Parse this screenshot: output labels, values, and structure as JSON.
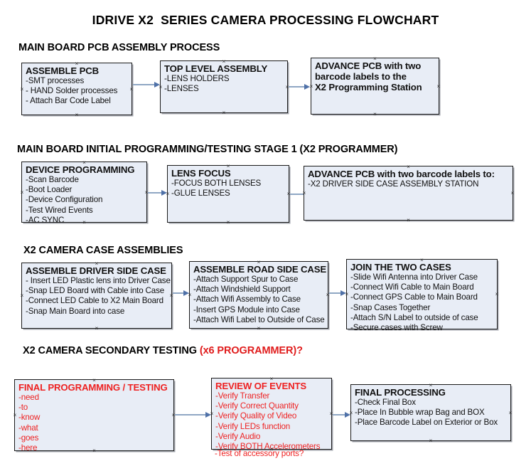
{
  "title": "IDRIVE X2  SERIES CAMERA PROCESSING FLOWCHART",
  "colors": {
    "node_fill": "#e8edf6",
    "node_border": "#1a1a1a",
    "text": "#111111",
    "accent_red": "#ee2222",
    "heading_red": "#e01b1b",
    "arrow_shaft": "#8fa7c4",
    "arrow_head": "#4f71a8",
    "background": "#ffffff"
  },
  "sections": [
    {
      "heading": "MAIN BOARD PCB ASSEMBLY PROCESS",
      "heading_accent": "",
      "nodes": [
        {
          "title": "ASSEMBLE PCB",
          "lines": [
            "-SMT processes",
            "- HAND Solder processes",
            "- Attach Bar Code Label"
          ],
          "overflow": ""
        },
        {
          "title": "TOP LEVEL ASSEMBLY",
          "lines": [
            "-LENS HOLDERS",
            "-LENSES"
          ],
          "overflow": ""
        },
        {
          "title": "ADVANCE PCB with two",
          "lines": [
            "barcode labels to the",
            " X2 Programming Station"
          ],
          "overflow": ""
        }
      ]
    },
    {
      "heading": "MAIN BOARD INITIAL PROGRAMMING/TESTING STAGE 1 (X2 PROGRAMMER)",
      "heading_accent": "",
      "nodes": [
        {
          "title": "DEVICE PROGRAMMING",
          "lines": [
            "-Scan Barcode",
            "-Boot Loader",
            "-Device Configuration",
            "-Test Wired Events",
            "-AC SYNC"
          ],
          "overflow": ""
        },
        {
          "title": "LENS FOCUS",
          "lines": [
            "-FOCUS BOTH LENSES",
            "-GLUE LENSES"
          ],
          "overflow": ""
        },
        {
          "title": "ADVANCE PCB with two barcode labels to:",
          "lines": [
            "-X2 DRIVER  SIDE  CASE  ASSEMBLY STATION"
          ],
          "overflow": ""
        }
      ]
    },
    {
      "heading": "X2 CAMERA CASE ASSEMBLIES",
      "heading_accent": "",
      "nodes": [
        {
          "title": "ASSEMBLE DRIVER SIDE CASE",
          "lines": [
            "- Insert LED Plastic lens into Driver Case",
            "-Snap LED Board with Cable into Case",
            "-Connect LED Cable to X2 Main Board",
            "-Snap Main Board into case"
          ],
          "overflow": ""
        },
        {
          "title": "ASSEMBLE ROAD SIDE CASE",
          "lines": [
            "-Attach Support Spur to Case",
            "-Attach Windshield Support",
            "-Attach Wifi Assembly to Case",
            "-Insert GPS Module into Case",
            "-Attach Wifi Label to Outside of Case"
          ],
          "overflow": ""
        },
        {
          "title": "JOIN THE TWO CASES",
          "lines": [
            "-Slide Wifi Antenna into Driver Case",
            "-Connect Wifi Cable to Main Board",
            "-Connect GPS Cable to Main Board",
            "-Snap Cases Together",
            "-Attach S/N Label to outside of case",
            "-Secure cases with Screw"
          ],
          "overflow": ""
        }
      ]
    },
    {
      "heading": "X2 CAMERA SECONDARY TESTING ",
      "heading_accent": "(x6 PROGRAMMER)?",
      "nodes": [
        {
          "title": "FINAL PROGRAMMING / TESTING",
          "lines": [
            "-need",
            "-to",
            "-know",
            "-what",
            "-goes",
            "-here"
          ],
          "overflow": ""
        },
        {
          "title": "REVIEW OF EVENTS",
          "lines": [
            "-Verify Transfer",
            "-Verify Correct Quantity",
            "-Verify Quality of Video",
            "-Verify LEDs function",
            "-Verify Audio",
            "-Verify BOTH Accelerometers"
          ],
          "overflow": "-Test of accessory ports?"
        },
        {
          "title": "FINAL PROCESSING",
          "lines": [
            " -Check Final Box",
            "-Place In Bubble wrap Bag and BOX",
            "-Place Barcode Label on Exterior or Box"
          ],
          "overflow": ""
        }
      ]
    }
  ]
}
